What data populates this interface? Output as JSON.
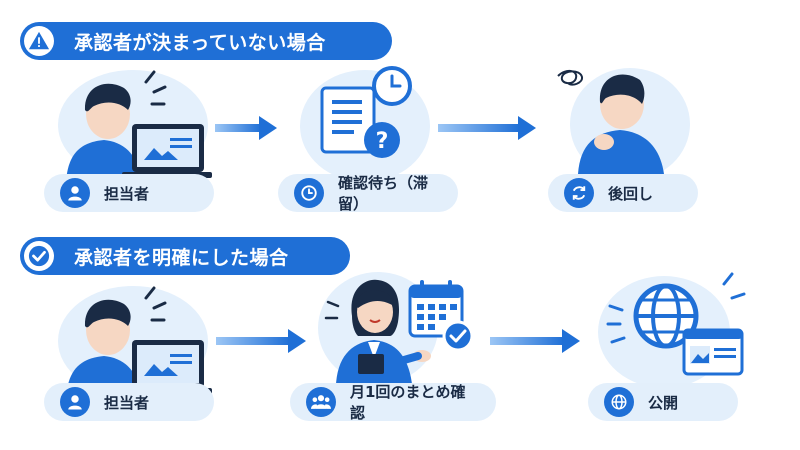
{
  "colors": {
    "primary": "#1f6fd6",
    "pill_bg": "#e3effb",
    "blob_bg": "#e4f0fc",
    "text_dark": "#1a2b45"
  },
  "row1": {
    "title": "承認者が決まっていない場合",
    "title_icon": "warning-icon",
    "steps": [
      {
        "label": "担当者",
        "icon": "person-icon"
      },
      {
        "label": "確認待ち（滞留）",
        "icon": "clock-icon"
      },
      {
        "label": "後回し",
        "icon": "refresh-icon"
      }
    ]
  },
  "row2": {
    "title": "承認者を明確にした場合",
    "title_icon": "check-icon",
    "steps": [
      {
        "label": "担当者",
        "icon": "person-icon"
      },
      {
        "label": "月1回のまとめ確認",
        "icon": "group-icon"
      },
      {
        "label": "公開",
        "icon": "globe-icon"
      }
    ]
  }
}
